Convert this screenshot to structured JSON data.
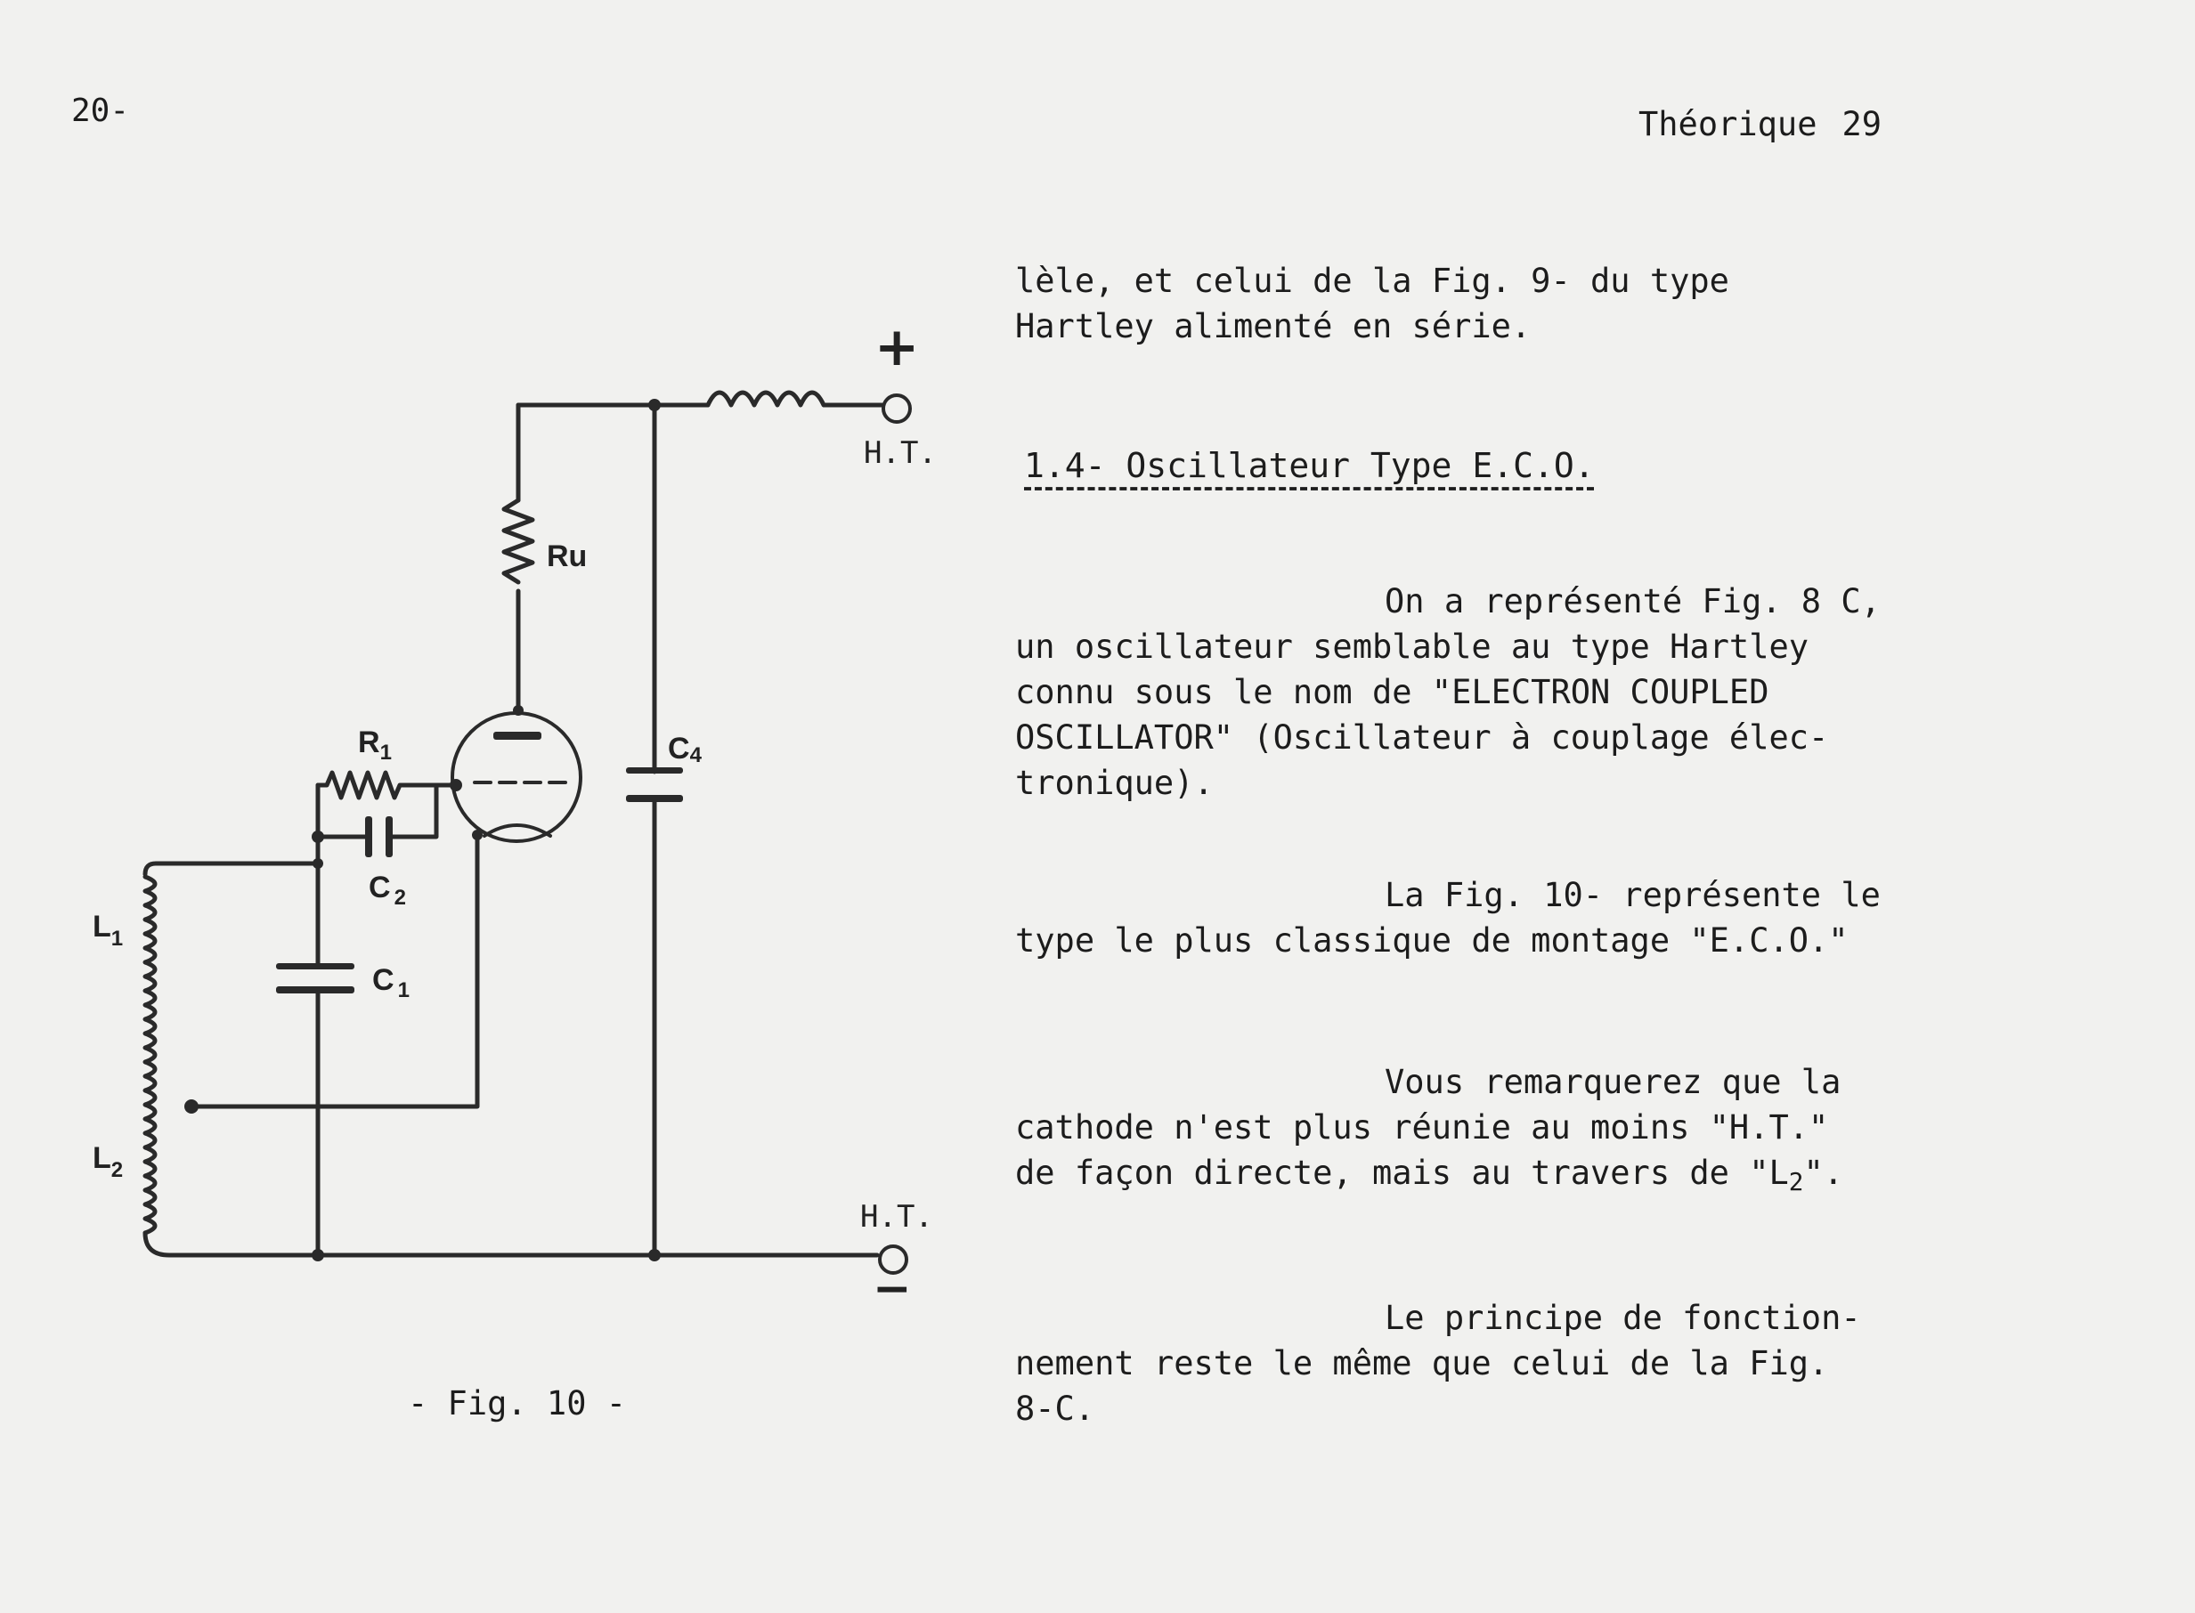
{
  "header": {
    "left_page_number": "20-",
    "right_title": "Théorique",
    "right_page_number": "29"
  },
  "figure": {
    "caption": "- Fig. 10 -",
    "labels": {
      "plus": "+",
      "minus": "−",
      "ht_top": "H.T.",
      "ht_bottom": "H.T.",
      "ru": "Ru",
      "r1_main": "R",
      "r1_sub": "1",
      "c2_main": "C",
      "c2_sub": "2",
      "c4_main": "C",
      "c4_sub": "4",
      "c1_main": "C",
      "c1_sub": "1",
      "l1_main": "L",
      "l1_sub": "1",
      "l2_main": "L",
      "l2_sub": "2"
    }
  },
  "text": {
    "intro_line1": "lèle, et celui de la Fig. 9- du type",
    "intro_line2": "Hartley alimenté en série.",
    "section_heading": "1.4- Oscillateur Type E.C.O.",
    "p1_line1": "On a représenté Fig. 8 C,",
    "p1_line2": "un oscillateur semblable au type Hartley",
    "p1_line3": "connu sous le nom de \"ELECTRON COUPLED",
    "p1_line4": "OSCILLATOR\" (Oscillateur à couplage élec-",
    "p1_line5": "tronique).",
    "p2_line1": "La Fig. 10- représente le",
    "p2_line2": "type le plus classique de montage \"E.C.O.\"",
    "p3_line1": "Vous remarquerez que la",
    "p3_line2": "cathode n'est plus réunie au moins \"H.T.\"",
    "p3_line3_pre": "de façon directe, mais au travers de \"L",
    "p3_line3_sub": "2",
    "p3_line3_post": "\".",
    "p4_line1": "Le principe de fonction-",
    "p4_line2": "nement reste le même que celui de la Fig.",
    "p4_line3": "8-C."
  }
}
